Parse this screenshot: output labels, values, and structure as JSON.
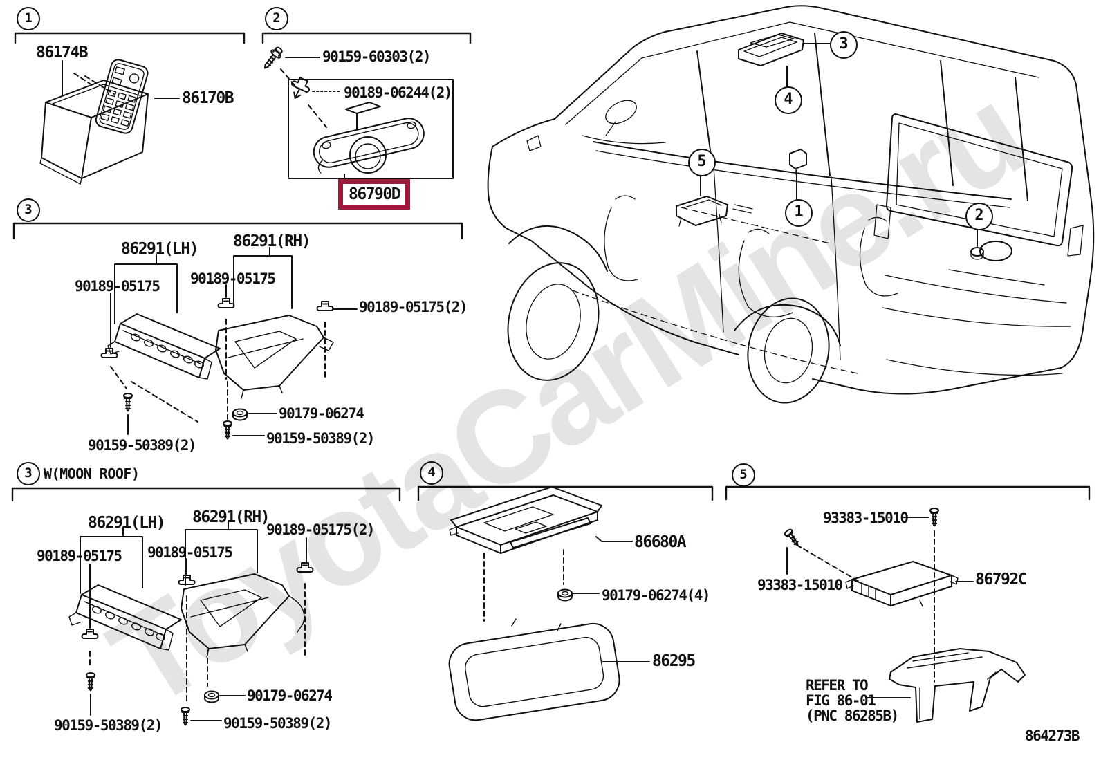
{
  "watermark": "ToyotaCarMine.ru",
  "drawing_code": "864273B",
  "highlighted_part": "86790D",
  "highlight_color": "#9e1b3d",
  "line_color": "#111111",
  "sections": {
    "s1": {
      "number": "1"
    },
    "s2": {
      "number": "2"
    },
    "s3": {
      "number": "3"
    },
    "s3b": {
      "number": "3",
      "title": "W(MOON ROOF)"
    },
    "s4": {
      "number": "4"
    },
    "s5": {
      "number": "5"
    }
  },
  "labels": {
    "s1_holder": "86174B",
    "s1_remote": "86170B",
    "s2_screw": "90159-60303(2)",
    "s2_clip": "90189-06244(2)",
    "s2_camera": "86790D",
    "s3_lh": "86291(LH)",
    "s3_rh": "86291(RH)",
    "s3_clip_left": "90189-05175",
    "s3_clip_mid": "90189-05175",
    "s3_clip_right": "90189-05175(2)",
    "s3_grommet": "90179-06274",
    "s3_screw_left": "90159-50389(2)",
    "s3_screw_right": "90159-50389(2)",
    "s3b_lh": "86291(LH)",
    "s3b_rh": "86291(RH)",
    "s3b_clip_left": "90189-05175",
    "s3b_clip_mid": "90189-05175",
    "s3b_clip_right": "90189-05175(2)",
    "s3b_grommet": "90179-06274",
    "s3b_screw_left": "90159-50389(2)",
    "s3b_screw_right": "90159-50389(2)",
    "s4_player": "86680A",
    "s4_grommet": "90179-06274(4)",
    "s4_cover": "86295",
    "s5_screw_top": "93383-15010",
    "s5_screw_left": "93383-15010",
    "s5_ecu": "86792C",
    "s5_refer_line1": "REFER TO",
    "s5_refer_line2": "FIG 86-01",
    "s5_refer_line3": "(PNC 86285B)"
  },
  "van_callouts": {
    "c1": "1",
    "c2": "2",
    "c3": "3",
    "c4": "4",
    "c5": "5"
  }
}
